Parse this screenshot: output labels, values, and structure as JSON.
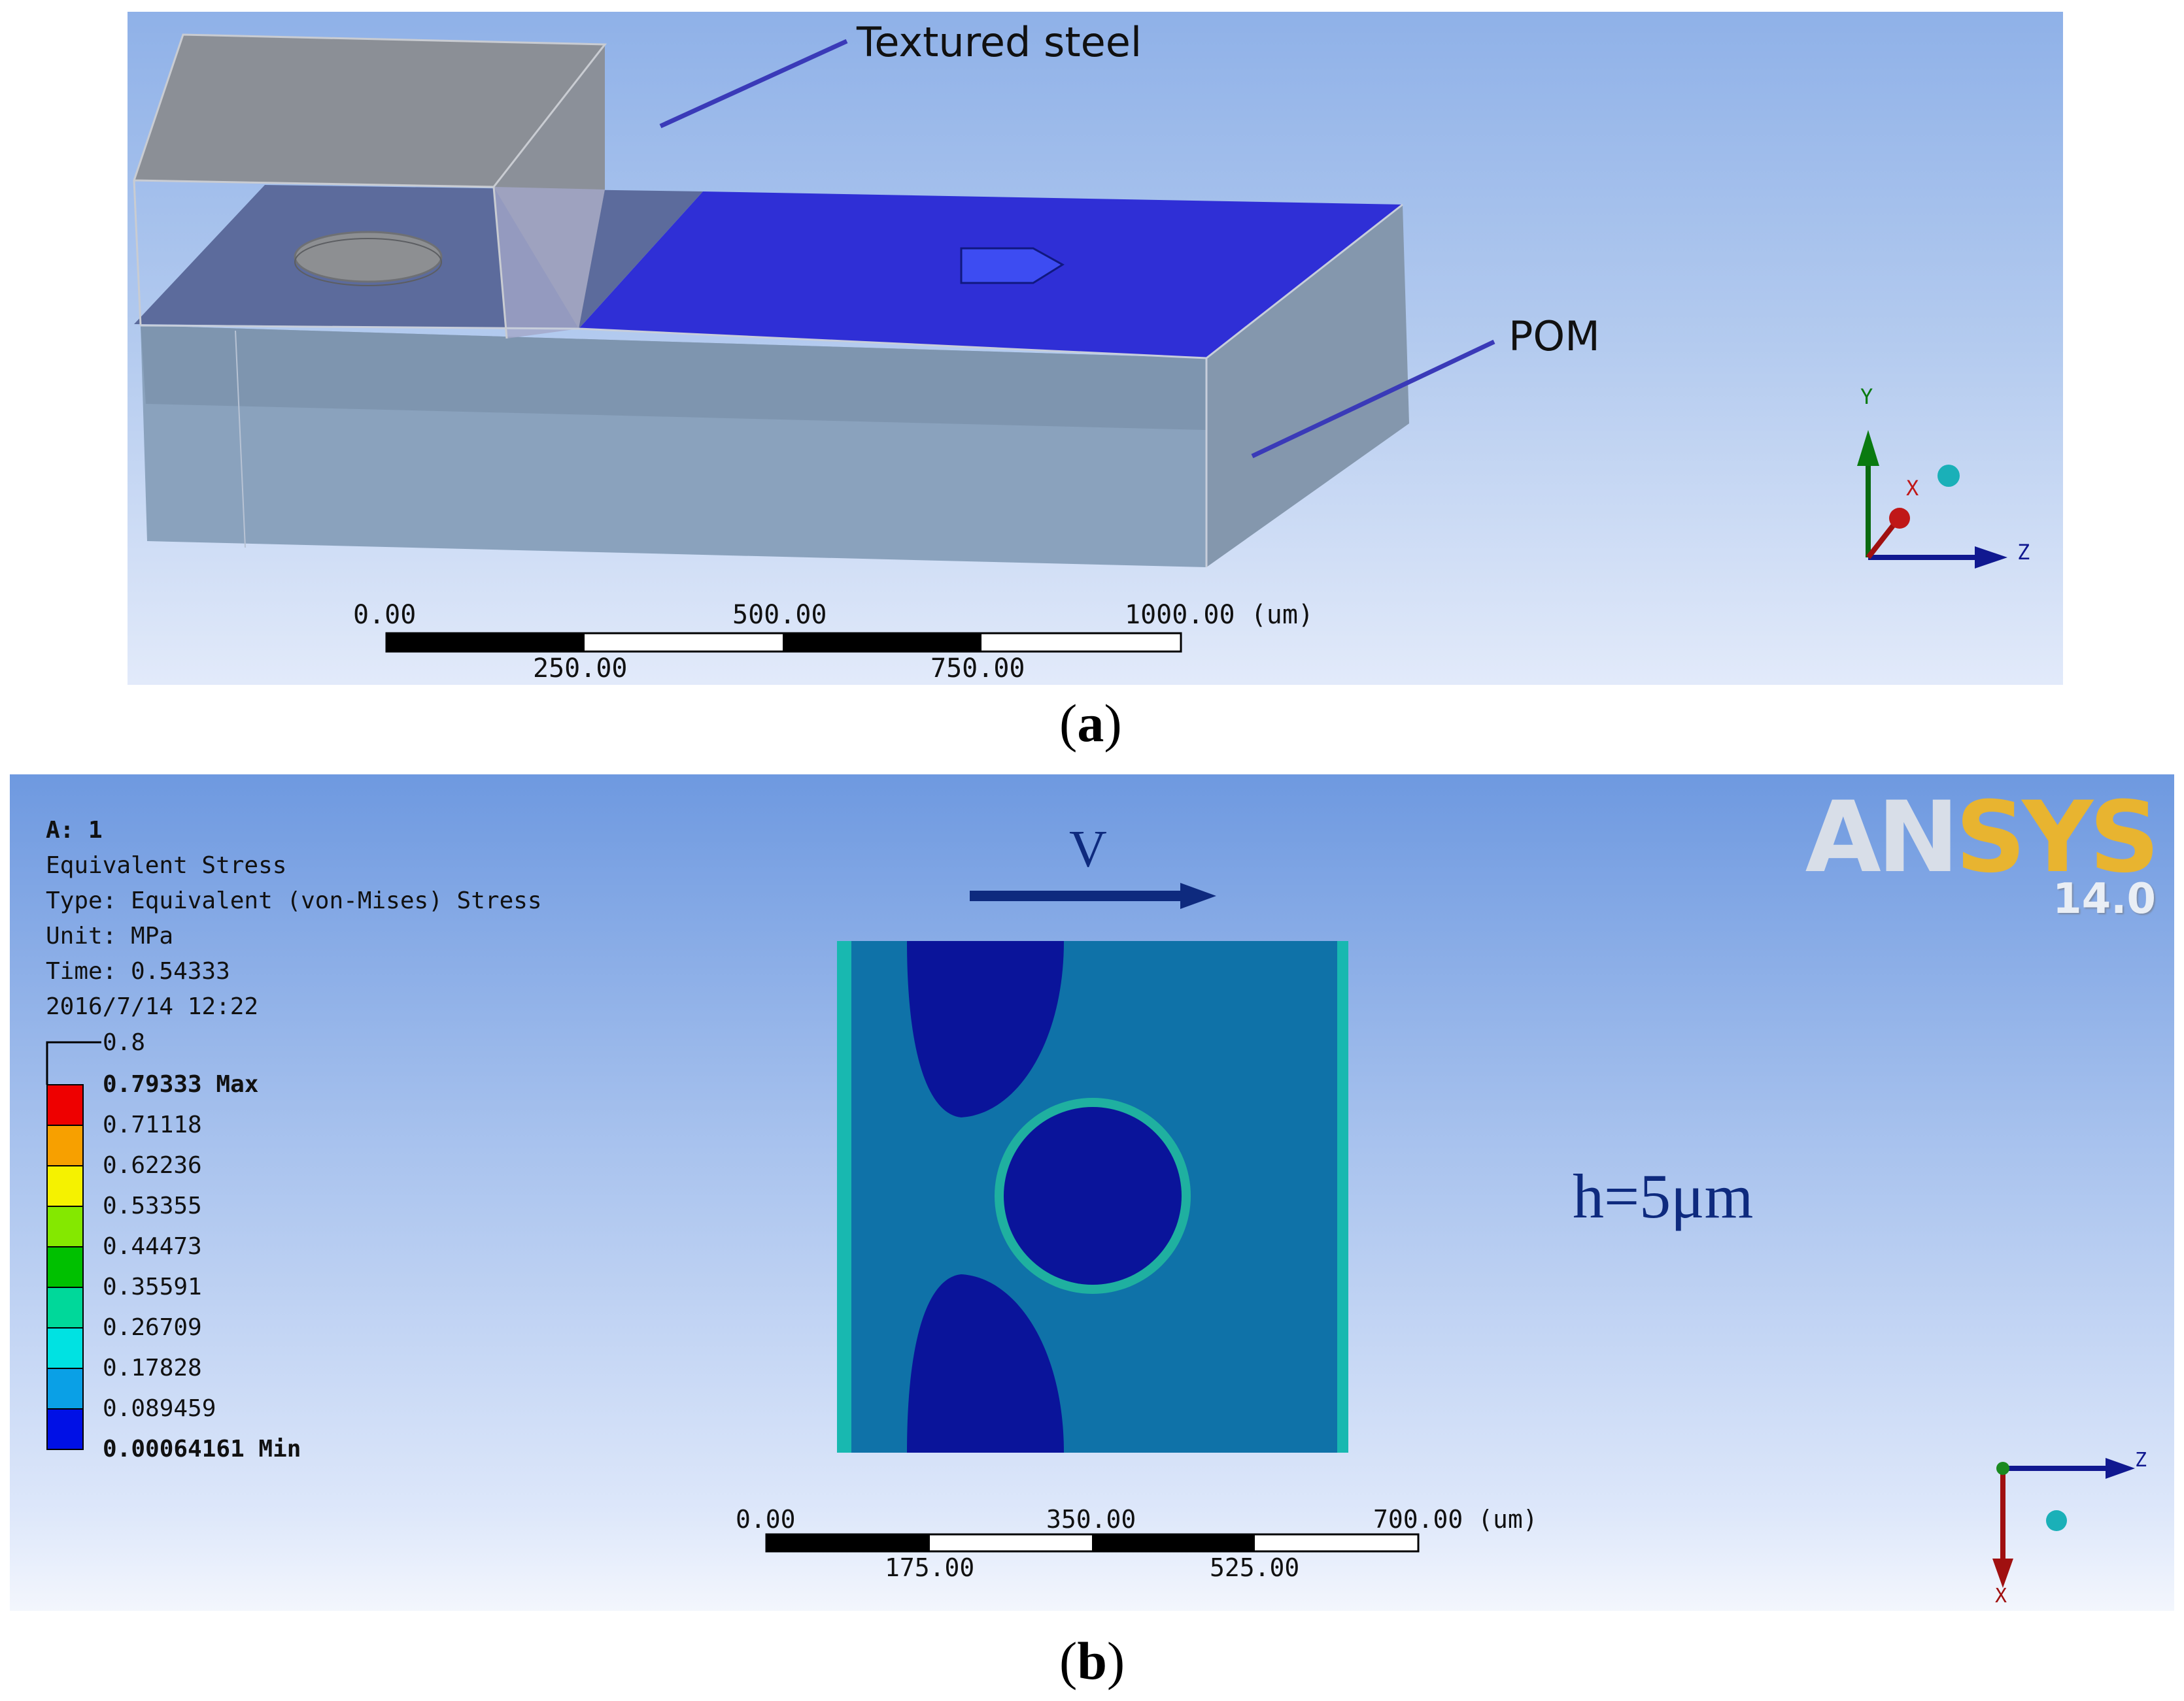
{
  "panel_a": {
    "caption_open": "(",
    "caption_letter": "a",
    "caption_close": ")",
    "label_steel": "Textured steel",
    "label_pom": "POM",
    "scale": {
      "top_labels": [
        "0.00",
        "500.00",
        "1000.00 (um)"
      ],
      "bottom_labels": [
        "250.00",
        "750.00"
      ]
    },
    "triad": {
      "y": "Y",
      "x": "X",
      "z": "Z"
    }
  },
  "panel_b": {
    "caption_open": "(",
    "caption_letter": "b",
    "caption_close": ")",
    "header": {
      "line1": "A: 1",
      "line2": "Equivalent Stress",
      "line3": "Type: Equivalent (von-Mises) Stress",
      "line4": "Unit: MPa",
      "line5": "Time: 0.54333",
      "line6": "2016/7/14 12:22"
    },
    "legend": {
      "top_value": "0.8",
      "values": [
        "0.79333 Max",
        "0.71118",
        "0.62236",
        "0.53355",
        "0.44473",
        "0.35591",
        "0.26709",
        "0.17828",
        "0.089459",
        "0.00064161 Min"
      ],
      "colors": [
        "#ee0000",
        "#f7a000",
        "#f5f200",
        "#84e800",
        "#00c000",
        "#00d89a",
        "#00e2e2",
        "#0aa0e6",
        "#0010e6"
      ]
    },
    "velocity_label": "V",
    "gap_label": "h=5μm",
    "logo_an": "AN",
    "logo_sys": "SYS",
    "version": "14.0",
    "scale": {
      "top_labels": [
        "0.00",
        "350.00",
        "700.00 (um)"
      ],
      "bottom_labels": [
        "175.00",
        "525.00"
      ]
    },
    "triad": {
      "z": "Z",
      "x": "X"
    },
    "colors": {
      "background_stress": "#0f72a8",
      "low_stress": "#0a149a",
      "ring": "#1fb0a0",
      "edge": "#18b8b0"
    }
  }
}
